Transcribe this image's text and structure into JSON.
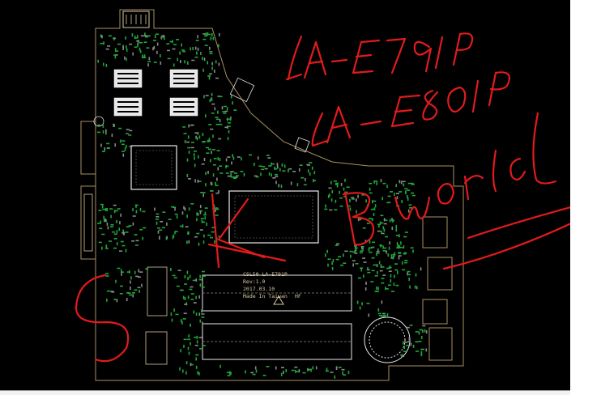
{
  "board": {
    "silkscreen_lines": [
      "CSL50 LA-E791P",
      "Rev:1.0",
      "2017.03.10",
      "Made In Taiwan",
      "HF"
    ]
  },
  "annotations": {
    "lines": [
      "LA-E791P",
      "LA-E801P"
    ],
    "note": "KB world",
    "letter_k": "K",
    "letter_s": "S"
  },
  "colors": {
    "background": "#000000",
    "outline": "#a89060",
    "silk": "#d8c8a0",
    "component": "#1fa83a",
    "chip": "#e8e8e8",
    "ink": "#e21b1b"
  }
}
